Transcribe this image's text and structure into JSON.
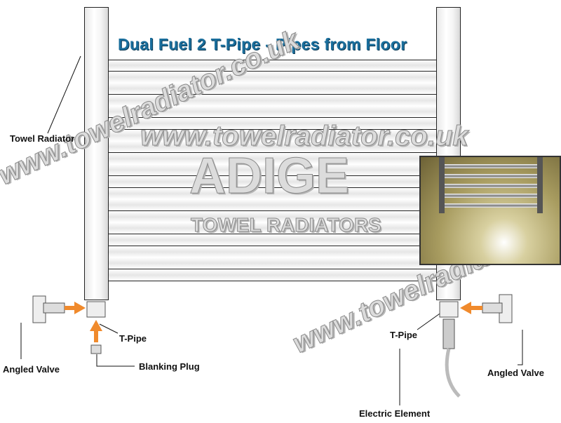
{
  "title": "Dual Fuel 2 T-Pipe - Pipes from Floor",
  "labels": {
    "towel_radiator": "Towel Radiator",
    "t_pipe_left": "T-Pipe",
    "angled_valve_left": "Angled Valve",
    "blanking_plug": "Blanking Plug",
    "t_pipe_right": "T-Pipe",
    "angled_valve_right": "Angled Valve",
    "electric_element": "Electric Element"
  },
  "watermark": {
    "url": "www.towelradiator.co.uk",
    "brand": "ADIGE",
    "tagline": "TOWEL RADIATORS"
  },
  "colors": {
    "title": "#1a6e9c",
    "arrow": "#f08a2c"
  }
}
